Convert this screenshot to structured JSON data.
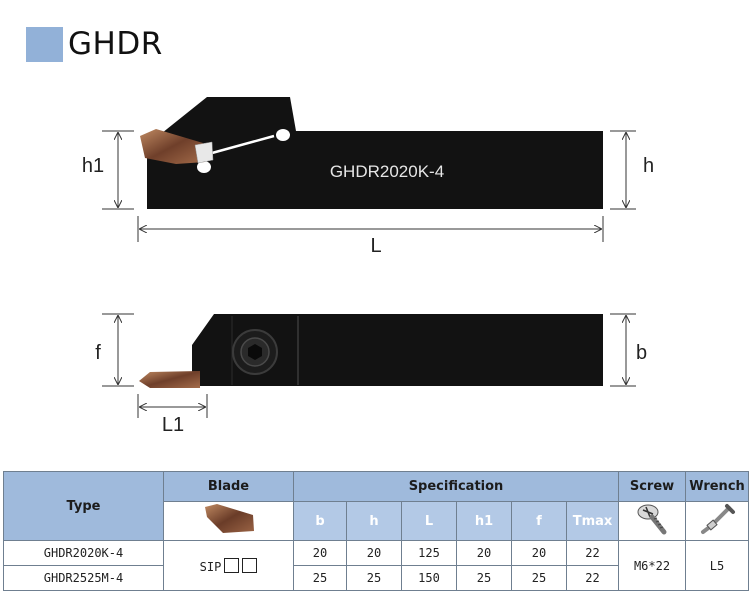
{
  "header": {
    "title": "GHDR"
  },
  "drawing": {
    "tool_marking": "GHDR2020K-4",
    "labels": {
      "h1": "h1",
      "h": "h",
      "L": "L",
      "f": "f",
      "b": "b",
      "L1": "L1"
    }
  },
  "table": {
    "headers": {
      "type": "Type",
      "blade": "Blade",
      "specification": "Specification",
      "screw": "Screw",
      "wrench": "Wrench"
    },
    "spec_columns": [
      "b",
      "h",
      "L",
      "h1",
      "f",
      "Tmax"
    ],
    "blade_code": "SIP",
    "screw_value": "M6*22",
    "wrench_value": "L5",
    "rows": [
      {
        "type": "GHDR2020K-4",
        "values": [
          "20",
          "20",
          "125",
          "20",
          "20",
          "22"
        ]
      },
      {
        "type": "GHDR2525M-4",
        "values": [
          "25",
          "25",
          "150",
          "25",
          "25",
          "22"
        ]
      }
    ]
  },
  "colors": {
    "title_accent": "#92b1d8",
    "header_fill": "#9fbadc",
    "subheader_fill": "#b3c9e6",
    "insert_copper": "#8a5a3e"
  }
}
